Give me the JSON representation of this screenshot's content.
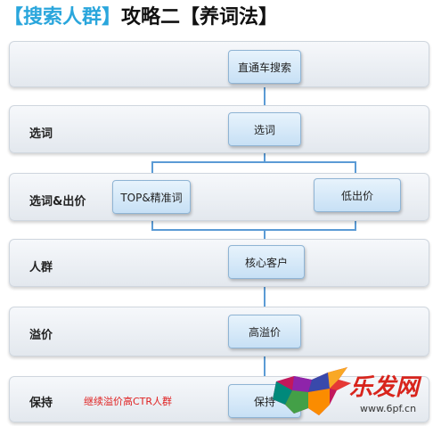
{
  "title": {
    "part1": "【搜索人群】",
    "part2": "攻略二【养词法】"
  },
  "bands": [
    {
      "label": ""
    },
    {
      "label": "选词"
    },
    {
      "label": "选词&出价"
    },
    {
      "label": "人群"
    },
    {
      "label": "溢价"
    },
    {
      "label": "保持"
    }
  ],
  "nodes": {
    "n1": "直通车搜索",
    "n2": "选词",
    "n3a": "TOP&精准词",
    "n3b": "低出价",
    "n4": "核心客户",
    "n5": "高溢价",
    "n6": "保持"
  },
  "note": "继续溢价高CTR人群",
  "watermark": {
    "brand": "乐发网",
    "url": "www.6pf.cn"
  },
  "colors": {
    "title_accent": "#2aa6dc",
    "connector": "#5b9bd5",
    "note": "#e02020",
    "watermark": "#d8241c"
  }
}
